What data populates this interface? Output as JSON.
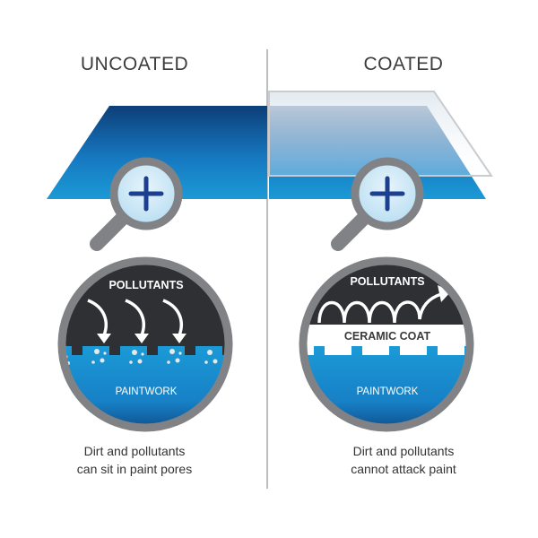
{
  "left": {
    "heading": "UNCOATED",
    "pollutants_label": "POLLUTANTS",
    "paintwork_label": "PAINTWORK",
    "caption_line1": "Dirt and pollutants",
    "caption_line2": "can sit in paint pores"
  },
  "right": {
    "heading": "COATED",
    "pollutants_label": "POLLUTANTS",
    "coat_label": "CERAMIC COAT",
    "paintwork_label": "PAINTWORK",
    "caption_line1": "Dirt and pollutants",
    "caption_line2": "cannot attack paint"
  },
  "colors": {
    "paint_blue": "#1b9ad6",
    "paint_dark": "#0d3e78",
    "pollutant_dark": "#2f3033",
    "magnifier_gray": "#808285",
    "lens_fill": "#cfe9f7",
    "plus": "#1c3f8f",
    "divider": "#bcbec0"
  },
  "icons": [
    "magnifier-icon",
    "plus-icon",
    "arrow-icon"
  ]
}
